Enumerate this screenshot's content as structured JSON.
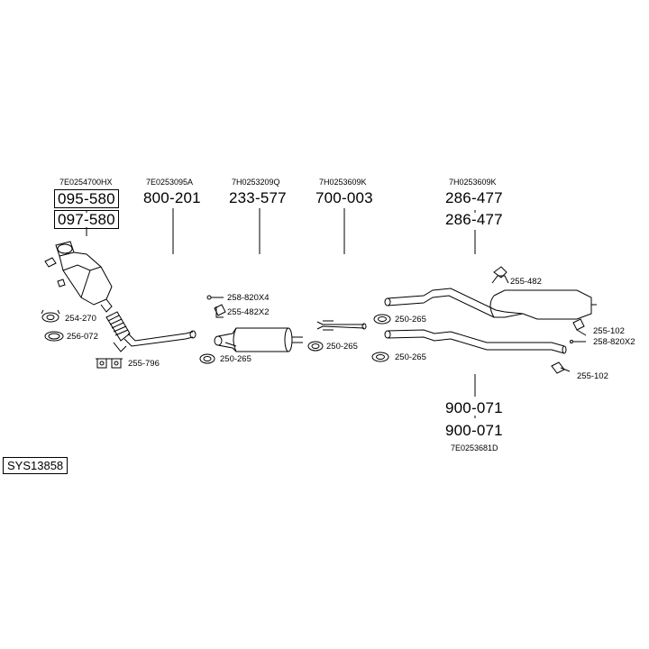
{
  "system_code": "SYS13858",
  "groups": {
    "cat": {
      "oe": "7E0254700HX",
      "parts": [
        "095-580",
        "097-580"
      ]
    },
    "front_pipe": {
      "oe": "7E0253095A",
      "parts": [
        "800-201"
      ]
    },
    "center_silencer": {
      "oe": "7H0253209Q",
      "parts": [
        "233-577"
      ]
    },
    "connector": {
      "oe": "7H0253609K",
      "parts": [
        "700-003"
      ]
    },
    "rear_silencer": {
      "oe": "7H0253609K",
      "parts": [
        "286-477",
        "286-477"
      ]
    },
    "tail_pipe": {
      "oe": "7E0253681D",
      "parts": [
        "900-071",
        "900-071"
      ]
    }
  },
  "accessories": {
    "a1": "254-270",
    "a2": "256-072",
    "a3": "255-796",
    "a4": "258-820X4",
    "a5": "255-482X2",
    "a6": "250-265",
    "a7": "250-265",
    "a8": "250-265",
    "a9": "250-265",
    "a10": "255-482",
    "a11": "255-102",
    "a12": "258-820X2",
    "a13": "255-102"
  }
}
